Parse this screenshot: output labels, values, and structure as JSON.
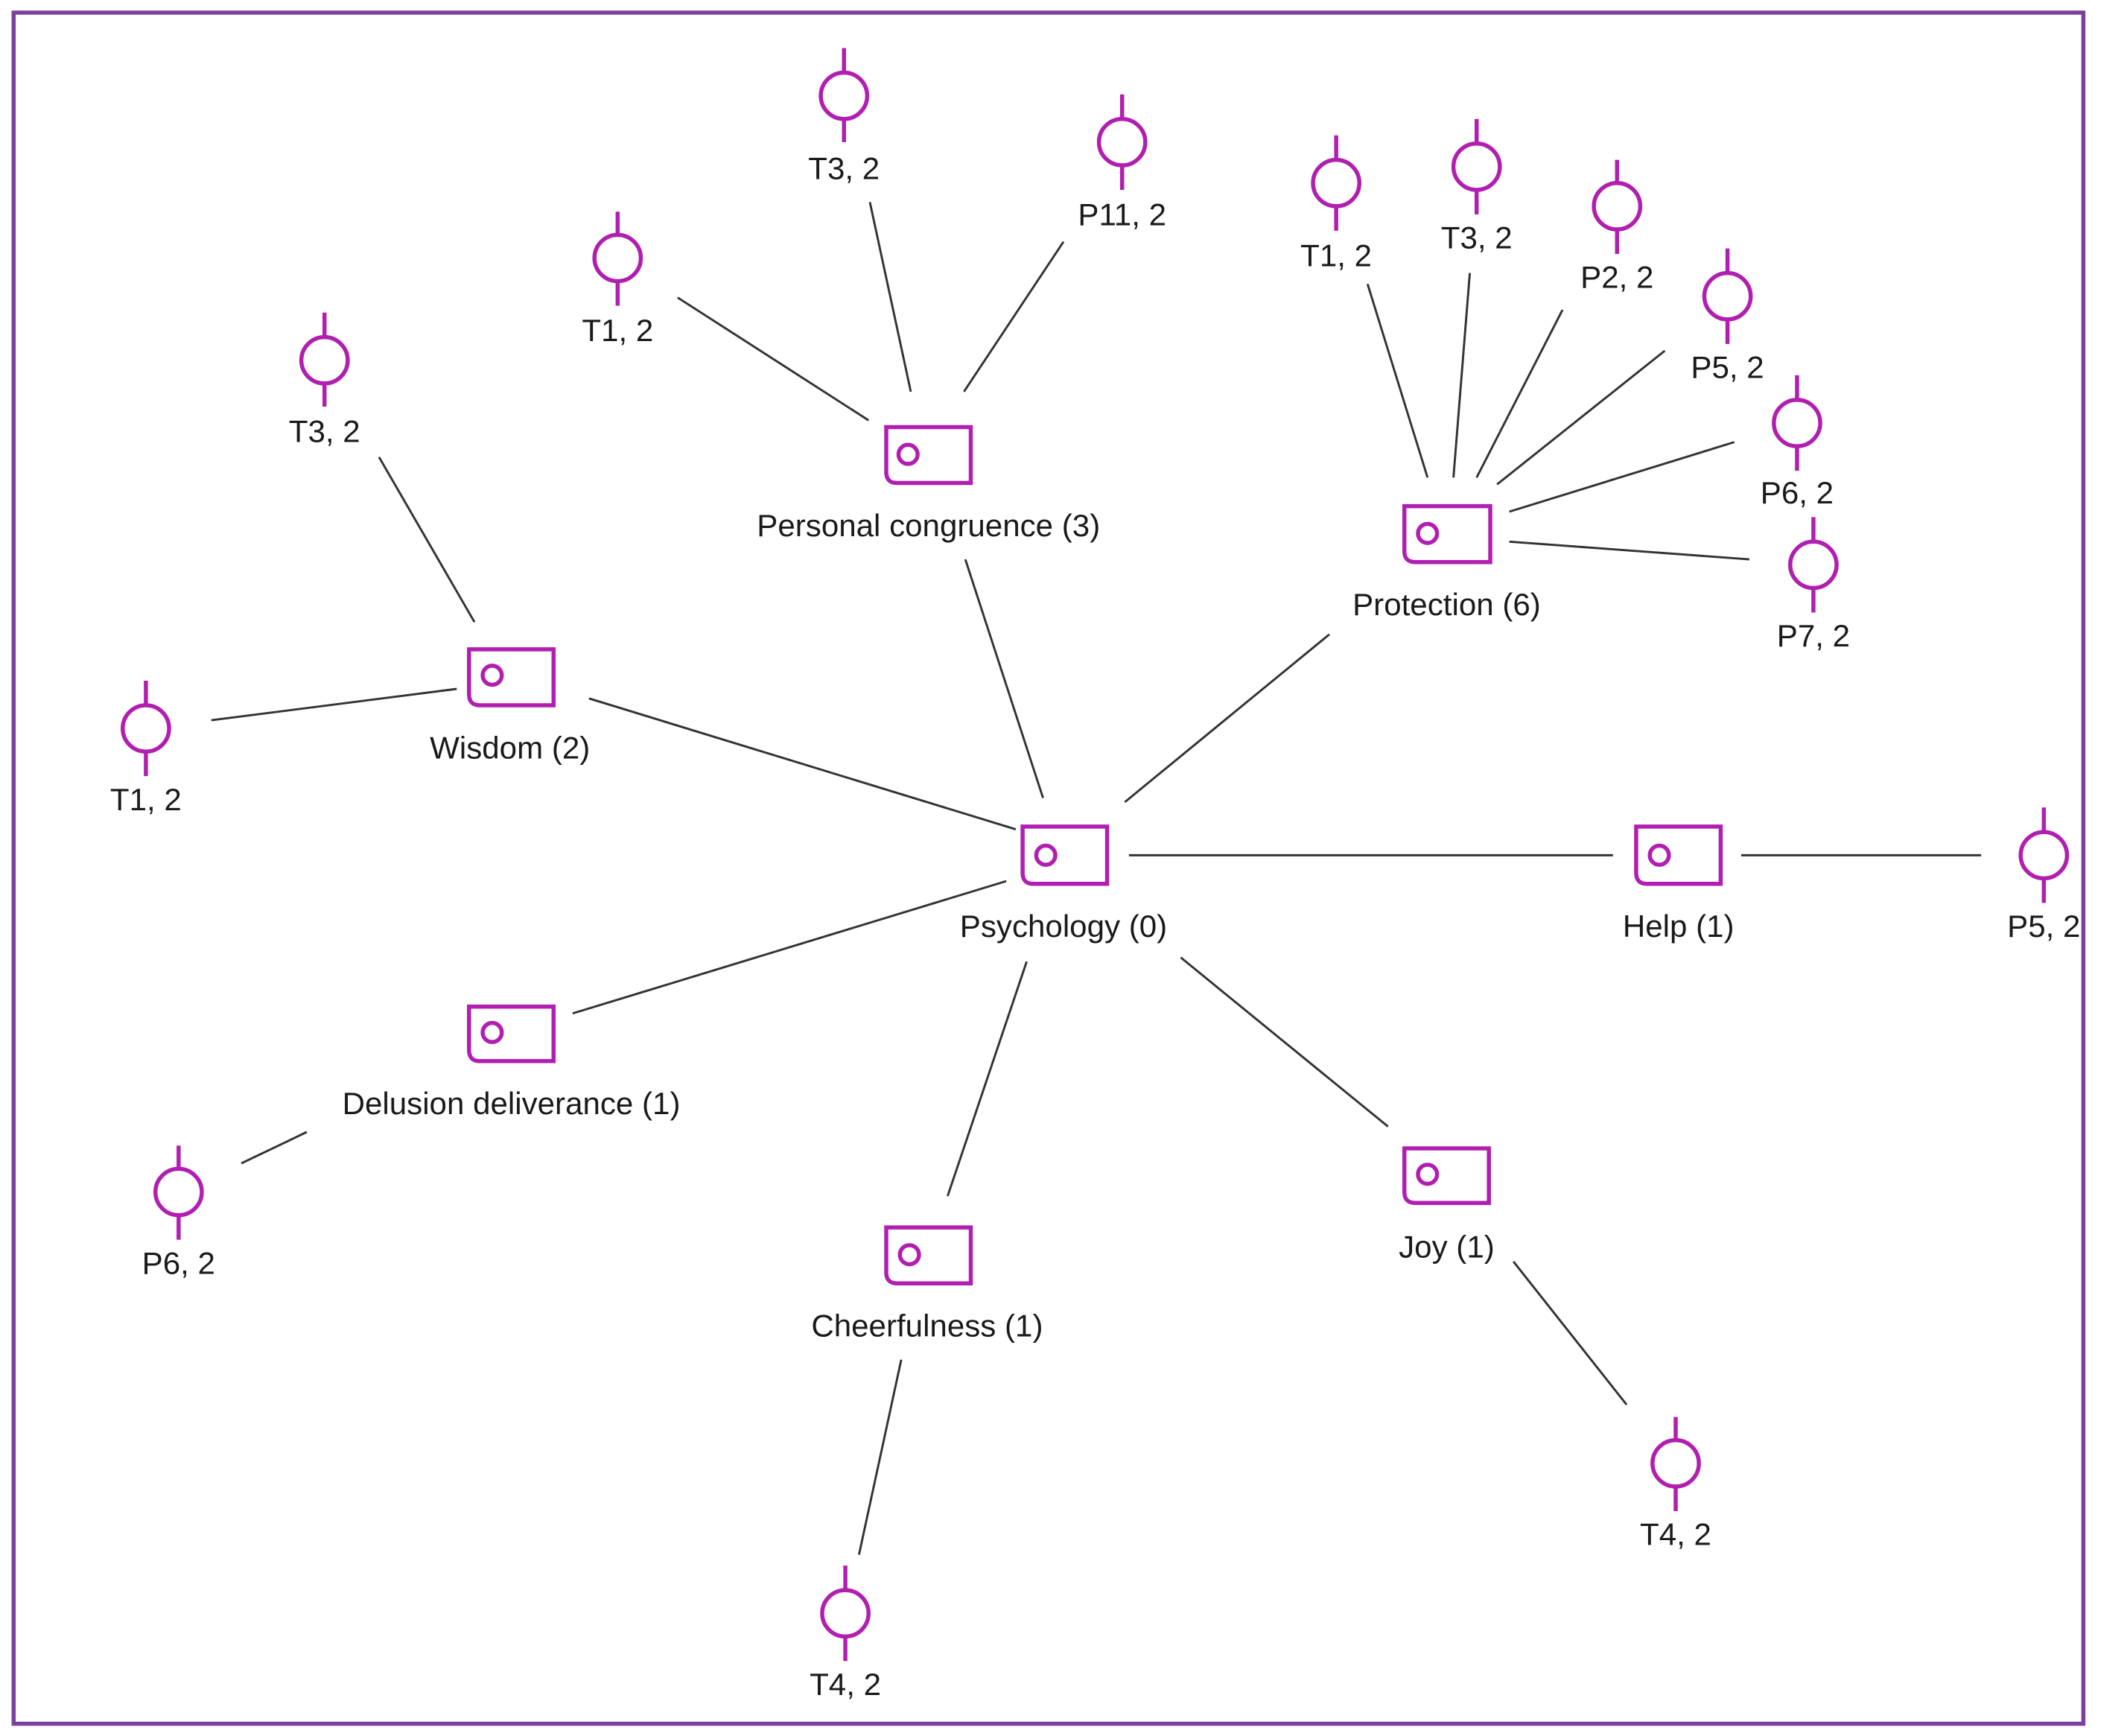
{
  "colors": {
    "frame": "#7b3fa0",
    "node": "#b11fb0",
    "edge": "#333333",
    "text": "#1a1a1a",
    "background": "#ffffff"
  },
  "icons": {
    "code_node": "document-code-icon",
    "quote_node": "pin-circle-icon"
  },
  "nodes": {
    "psychology": {
      "label": "Psychology (0)"
    },
    "personal": {
      "label": "Personal congruence (3)"
    },
    "protection": {
      "label": "Protection (6)"
    },
    "wisdom": {
      "label": "Wisdom (2)"
    },
    "help": {
      "label": "Help (1)"
    },
    "delusion": {
      "label": "Delusion deliverance (1)"
    },
    "cheerfulness": {
      "label": "Cheerfulness (1)"
    },
    "joy": {
      "label": "Joy (1)"
    },
    "pc_t3": {
      "label": "T3, 2"
    },
    "pc_p11": {
      "label": "P11, 2"
    },
    "pc_t1": {
      "label": "T1, 2"
    },
    "pr_t1": {
      "label": "T1, 2"
    },
    "pr_t3": {
      "label": "T3, 2"
    },
    "pr_p2": {
      "label": "P2, 2"
    },
    "pr_p5": {
      "label": "P5, 2"
    },
    "pr_p6": {
      "label": "P6, 2"
    },
    "pr_p7": {
      "label": "P7, 2"
    },
    "wi_t3": {
      "label": "T3, 2"
    },
    "wi_t1": {
      "label": "T1, 2"
    },
    "he_p5": {
      "label": "P5, 2"
    },
    "de_p6": {
      "label": "P6, 2"
    },
    "ch_t4": {
      "label": "T4, 2"
    },
    "jo_t4": {
      "label": "T4, 2"
    }
  }
}
